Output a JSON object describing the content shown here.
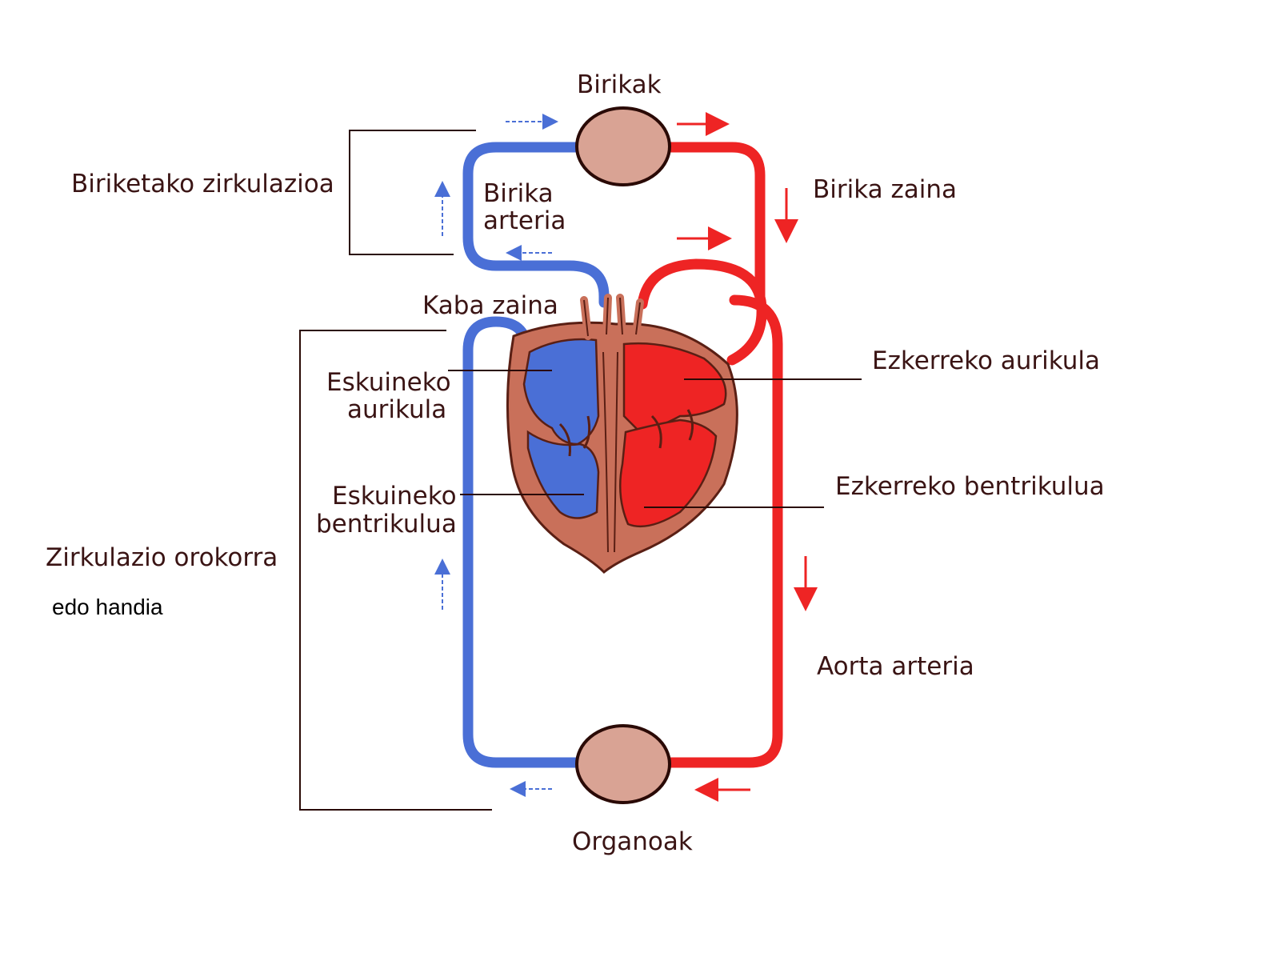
{
  "labels": {
    "lungs": "Birikak",
    "pulmonary_circulation": "Biriketako zirkulazioa",
    "pulmonary_artery_1": "Birika",
    "pulmonary_artery_2": "arteria",
    "pulmonary_vein": "Birika zaina",
    "vena_cava": "Kaba zaina",
    "right_atrium_1": "Eskuineko",
    "right_atrium_2": "aurikula",
    "left_atrium": "Ezkerreko aurikula",
    "right_ventricle_1": "Eskuineko",
    "right_ventricle_2": "bentrikulua",
    "left_ventricle": "Ezkerreko bentrikulua",
    "systemic_circulation": "Zirkulazio orokorra",
    "systemic_circulation_sub": "edo handia",
    "aorta": "Aorta arteria",
    "organs": "Organoak"
  },
  "colors": {
    "deoxygenated": "#4a6fd6",
    "oxygenated": "#ee2424",
    "heart_muscle": "#c9705a",
    "organ_fill": "#d9a394",
    "text": "#3a1414"
  }
}
